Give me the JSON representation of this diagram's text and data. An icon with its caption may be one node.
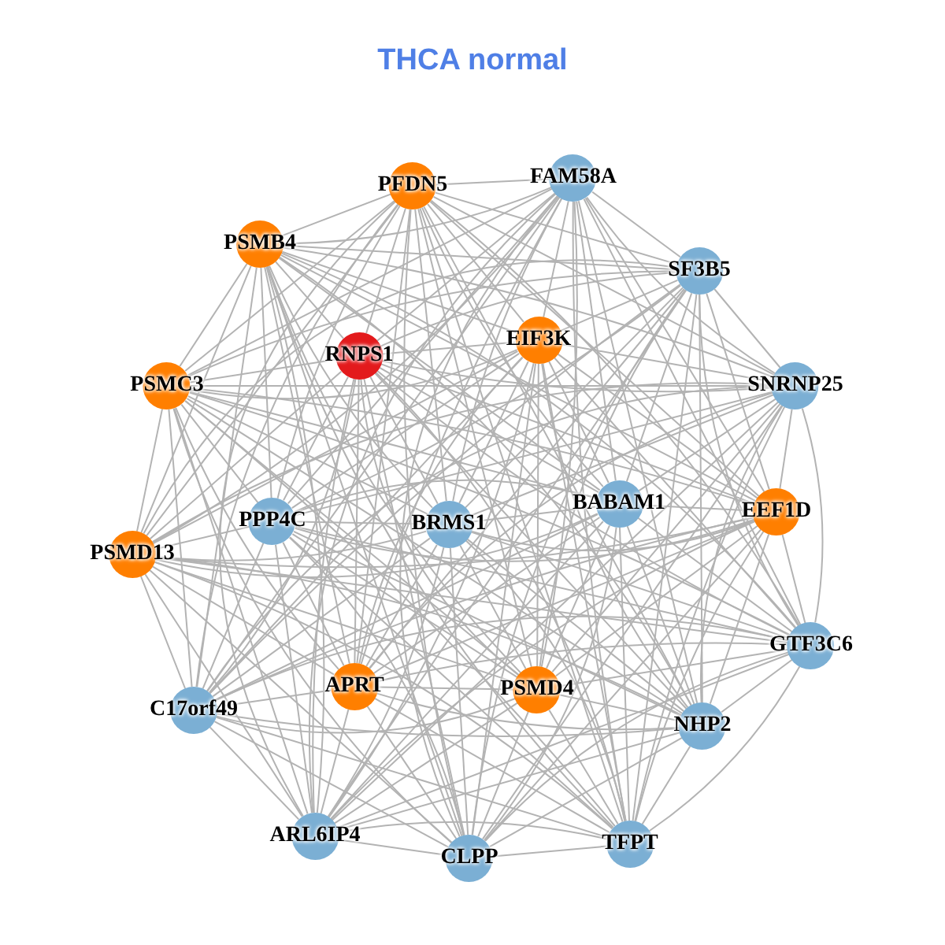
{
  "diagram": {
    "title": "THCA normal",
    "nodes": [
      {
        "text": [
          "PFDN5"
        ]
      },
      {
        "text": [
          "FAM58A"
        ]
      },
      {
        "text": [
          "PSMB4"
        ]
      },
      {
        "text": [
          "SF3B5"
        ]
      },
      {
        "text": [
          "RNPS1"
        ]
      },
      {
        "text": [
          "EIF3K"
        ]
      },
      {
        "text": [
          "PSMC3"
        ]
      },
      {
        "text": [
          "SNRNP25"
        ]
      },
      {
        "text": [
          "PPP4C"
        ]
      },
      {
        "text": [
          "BRMS1"
        ]
      },
      {
        "text": [
          "BABAM1"
        ]
      },
      {
        "text": [
          "EEF1D"
        ]
      },
      {
        "text": [
          "PSMD13"
        ]
      },
      {
        "text": [
          "GTF3C6"
        ]
      },
      {
        "text": [
          "APRT"
        ]
      },
      {
        "text": [
          "PSMD4"
        ]
      },
      {
        "text": [
          "C17orf49"
        ]
      },
      {
        "text": [
          "NHP2"
        ]
      },
      {
        "text": [
          "ARL6IP4"
        ]
      },
      {
        "text": [
          "CLPP"
        ]
      },
      {
        "text": [
          "TFPT"
        ]
      }
    ],
    "edges": [
      {
        "from": 0,
        "to": 1,
        "arrow": "none"
      },
      {
        "from": 0,
        "to": 2,
        "arrow": "none"
      },
      {
        "from": 0,
        "to": 3,
        "arrow": "none"
      },
      {
        "from": 0,
        "to": 4,
        "arrow": "none"
      },
      {
        "from": 0,
        "to": 5,
        "arrow": "none"
      },
      {
        "from": 0,
        "to": 6,
        "arrow": "none"
      },
      {
        "from": 0,
        "to": 7,
        "arrow": "none"
      },
      {
        "from": 0,
        "to": 8,
        "arrow": "none"
      },
      {
        "from": 0,
        "to": 9,
        "arrow": "none"
      },
      {
        "from": 0,
        "to": 10,
        "arrow": "none"
      },
      {
        "from": 0,
        "to": 11,
        "arrow": "none"
      },
      {
        "from": 0,
        "to": 12,
        "arrow": "none"
      },
      {
        "from": 0,
        "to": 13,
        "arrow": "none"
      },
      {
        "from": 0,
        "to": 14,
        "arrow": "none"
      },
      {
        "from": 0,
        "to": 15,
        "arrow": "none"
      },
      {
        "from": 0,
        "to": 16,
        "arrow": "none"
      },
      {
        "from": 0,
        "to": 17,
        "arrow": "none"
      },
      {
        "from": 0,
        "to": 18,
        "arrow": "none"
      },
      {
        "from": 0,
        "to": 19,
        "arrow": "none"
      },
      {
        "from": 0,
        "to": 20,
        "arrow": "none"
      },
      {
        "from": 1,
        "to": 2,
        "arrow": "none"
      },
      {
        "from": 1,
        "to": 3,
        "arrow": "none"
      },
      {
        "from": 1,
        "to": 4,
        "arrow": "none"
      },
      {
        "from": 1,
        "to": 5,
        "arrow": "none"
      },
      {
        "from": 1,
        "to": 6,
        "arrow": "none"
      },
      {
        "from": 1,
        "to": 7,
        "arrow": "none"
      },
      {
        "from": 1,
        "to": 8,
        "arrow": "none"
      },
      {
        "from": 1,
        "to": 9,
        "arrow": "none"
      },
      {
        "from": 1,
        "to": 10,
        "arrow": "none"
      },
      {
        "from": 1,
        "to": 11,
        "arrow": "none"
      },
      {
        "from": 1,
        "to": 12,
        "arrow": "none"
      },
      {
        "from": 1,
        "to": 13,
        "arrow": "none"
      },
      {
        "from": 1,
        "to": 14,
        "arrow": "none"
      },
      {
        "from": 1,
        "to": 15,
        "arrow": "none"
      },
      {
        "from": 1,
        "to": 16,
        "arrow": "none"
      },
      {
        "from": 1,
        "to": 17,
        "arrow": "none"
      },
      {
        "from": 1,
        "to": 18,
        "arrow": "none"
      },
      {
        "from": 1,
        "to": 19,
        "arrow": "none"
      },
      {
        "from": 1,
        "to": 20,
        "arrow": "none"
      },
      {
        "from": 2,
        "to": 3,
        "arrow": "none"
      },
      {
        "from": 2,
        "to": 4,
        "arrow": "none"
      },
      {
        "from": 2,
        "to": 5,
        "arrow": "none"
      },
      {
        "from": 2,
        "to": 6,
        "arrow": "none"
      },
      {
        "from": 2,
        "to": 7,
        "arrow": "none"
      },
      {
        "from": 2,
        "to": 8,
        "arrow": "none"
      },
      {
        "from": 2,
        "to": 9,
        "arrow": "none"
      },
      {
        "from": 2,
        "to": 10,
        "arrow": "none"
      },
      {
        "from": 2,
        "to": 11,
        "arrow": "none"
      },
      {
        "from": 2,
        "to": 12,
        "arrow": "none"
      },
      {
        "from": 2,
        "to": 13,
        "arrow": "none"
      },
      {
        "from": 2,
        "to": 14,
        "arrow": "none"
      },
      {
        "from": 2,
        "to": 15,
        "arrow": "none"
      },
      {
        "from": 2,
        "to": 16,
        "arrow": "none"
      },
      {
        "from": 2,
        "to": 17,
        "arrow": "none"
      },
      {
        "from": 2,
        "to": 18,
        "arrow": "none"
      },
      {
        "from": 2,
        "to": 19,
        "arrow": "none"
      },
      {
        "from": 2,
        "to": 20,
        "arrow": "none"
      },
      {
        "from": 3,
        "to": 4,
        "arrow": "none"
      },
      {
        "from": 3,
        "to": 5,
        "arrow": "none"
      },
      {
        "from": 3,
        "to": 6,
        "arrow": "none"
      },
      {
        "from": 3,
        "to": 7,
        "arrow": "none"
      },
      {
        "from": 3,
        "to": 8,
        "arrow": "none"
      },
      {
        "from": 3,
        "to": 9,
        "arrow": "none"
      },
      {
        "from": 3,
        "to": 10,
        "arrow": "none"
      },
      {
        "from": 3,
        "to": 11,
        "arrow": "none"
      },
      {
        "from": 3,
        "to": 12,
        "arrow": "none"
      },
      {
        "from": 3,
        "to": 13,
        "arrow": "none"
      },
      {
        "from": 3,
        "to": 14,
        "arrow": "none"
      },
      {
        "from": 3,
        "to": 15,
        "arrow": "none"
      },
      {
        "from": 3,
        "to": 16,
        "arrow": "none"
      },
      {
        "from": 3,
        "to": 17,
        "arrow": "none"
      },
      {
        "from": 3,
        "to": 18,
        "arrow": "none"
      },
      {
        "from": 3,
        "to": 19,
        "arrow": "none"
      },
      {
        "from": 3,
        "to": 20,
        "arrow": "none"
      },
      {
        "from": 4,
        "to": 5,
        "arrow": "none"
      },
      {
        "from": 4,
        "to": 6,
        "arrow": "none"
      },
      {
        "from": 4,
        "to": 7,
        "arrow": "none"
      },
      {
        "from": 4,
        "to": 8,
        "arrow": "none"
      },
      {
        "from": 4,
        "to": 9,
        "arrow": "none"
      },
      {
        "from": 4,
        "to": 10,
        "arrow": "none"
      },
      {
        "from": 4,
        "to": 11,
        "arrow": "none"
      },
      {
        "from": 4,
        "to": 12,
        "arrow": "none"
      },
      {
        "from": 4,
        "to": 13,
        "arrow": "none"
      },
      {
        "from": 4,
        "to": 14,
        "arrow": "none"
      },
      {
        "from": 4,
        "to": 15,
        "arrow": "none"
      },
      {
        "from": 4,
        "to": 16,
        "arrow": "none"
      },
      {
        "from": 4,
        "to": 17,
        "arrow": "none"
      },
      {
        "from": 4,
        "to": 18,
        "arrow": "none"
      },
      {
        "from": 4,
        "to": 19,
        "arrow": "none"
      },
      {
        "from": 4,
        "to": 20,
        "arrow": "none"
      },
      {
        "from": 5,
        "to": 6,
        "arrow": "none"
      },
      {
        "from": 5,
        "to": 7,
        "arrow": "none"
      },
      {
        "from": 5,
        "to": 8,
        "arrow": "none"
      },
      {
        "from": 5,
        "to": 9,
        "arrow": "none"
      },
      {
        "from": 5,
        "to": 10,
        "arrow": "none"
      },
      {
        "from": 5,
        "to": 11,
        "arrow": "none"
      },
      {
        "from": 5,
        "to": 12,
        "arrow": "none"
      },
      {
        "from": 5,
        "to": 13,
        "arrow": "none"
      },
      {
        "from": 5,
        "to": 14,
        "arrow": "none"
      },
      {
        "from": 5,
        "to": 15,
        "arrow": "none"
      },
      {
        "from": 5,
        "to": 16,
        "arrow": "none"
      },
      {
        "from": 5,
        "to": 17,
        "arrow": "none"
      },
      {
        "from": 5,
        "to": 18,
        "arrow": "none"
      },
      {
        "from": 5,
        "to": 19,
        "arrow": "none"
      },
      {
        "from": 5,
        "to": 20,
        "arrow": "none"
      },
      {
        "from": 6,
        "to": 7,
        "arrow": "none"
      },
      {
        "from": 6,
        "to": 8,
        "arrow": "none"
      },
      {
        "from": 6,
        "to": 9,
        "arrow": "none"
      },
      {
        "from": 6,
        "to": 10,
        "arrow": "none"
      },
      {
        "from": 6,
        "to": 11,
        "arrow": "none"
      },
      {
        "from": 6,
        "to": 12,
        "arrow": "none"
      },
      {
        "from": 6,
        "to": 13,
        "arrow": "none"
      },
      {
        "from": 6,
        "to": 14,
        "arrow": "none"
      },
      {
        "from": 6,
        "to": 15,
        "arrow": "none"
      },
      {
        "from": 6,
        "to": 16,
        "arrow": "none"
      },
      {
        "from": 6,
        "to": 17,
        "arrow": "none"
      },
      {
        "from": 6,
        "to": 18,
        "arrow": "none"
      },
      {
        "from": 6,
        "to": 19,
        "arrow": "none"
      },
      {
        "from": 6,
        "to": 20,
        "arrow": "none"
      },
      {
        "from": 7,
        "to": 8,
        "arrow": "none"
      },
      {
        "from": 7,
        "to": 9,
        "arrow": "none"
      },
      {
        "from": 7,
        "to": 10,
        "arrow": "none"
      },
      {
        "from": 7,
        "to": 11,
        "arrow": "none"
      },
      {
        "from": 7,
        "to": 12,
        "arrow": "none"
      },
      {
        "from": 7,
        "to": 13,
        "arrow": "none"
      },
      {
        "from": 7,
        "to": 14,
        "arrow": "none"
      },
      {
        "from": 7,
        "to": 15,
        "arrow": "none"
      },
      {
        "from": 7,
        "to": 16,
        "arrow": "none"
      },
      {
        "from": 7,
        "to": 17,
        "arrow": "none"
      },
      {
        "from": 7,
        "to": 18,
        "arrow": "none"
      },
      {
        "from": 7,
        "to": 19,
        "arrow": "none"
      },
      {
        "from": 7,
        "to": 20,
        "arrow": "none"
      },
      {
        "from": 8,
        "to": 9,
        "arrow": "none"
      },
      {
        "from": 8,
        "to": 10,
        "arrow": "none"
      },
      {
        "from": 8,
        "to": 11,
        "arrow": "none"
      },
      {
        "from": 8,
        "to": 12,
        "arrow": "none"
      },
      {
        "from": 8,
        "to": 13,
        "arrow": "none"
      },
      {
        "from": 8,
        "to": 14,
        "arrow": "none"
      },
      {
        "from": 8,
        "to": 15,
        "arrow": "none"
      },
      {
        "from": 8,
        "to": 16,
        "arrow": "none"
      },
      {
        "from": 8,
        "to": 17,
        "arrow": "none"
      },
      {
        "from": 8,
        "to": 18,
        "arrow": "none"
      },
      {
        "from": 8,
        "to": 19,
        "arrow": "none"
      },
      {
        "from": 8,
        "to": 20,
        "arrow": "none"
      },
      {
        "from": 9,
        "to": 10,
        "arrow": "none"
      },
      {
        "from": 9,
        "to": 11,
        "arrow": "none"
      },
      {
        "from": 9,
        "to": 12,
        "arrow": "none"
      },
      {
        "from": 9,
        "to": 13,
        "arrow": "none"
      },
      {
        "from": 9,
        "to": 14,
        "arrow": "none"
      },
      {
        "from": 9,
        "to": 15,
        "arrow": "none"
      },
      {
        "from": 9,
        "to": 16,
        "arrow": "none"
      },
      {
        "from": 9,
        "to": 17,
        "arrow": "none"
      },
      {
        "from": 9,
        "to": 18,
        "arrow": "none"
      },
      {
        "from": 9,
        "to": 19,
        "arrow": "none"
      },
      {
        "from": 9,
        "to": 20,
        "arrow": "none"
      },
      {
        "from": 10,
        "to": 11,
        "arrow": "none"
      },
      {
        "from": 10,
        "to": 12,
        "arrow": "none"
      },
      {
        "from": 10,
        "to": 13,
        "arrow": "none"
      },
      {
        "from": 10,
        "to": 14,
        "arrow": "none"
      },
      {
        "from": 10,
        "to": 15,
        "arrow": "none"
      },
      {
        "from": 10,
        "to": 16,
        "arrow": "none"
      },
      {
        "from": 10,
        "to": 17,
        "arrow": "none"
      },
      {
        "from": 10,
        "to": 18,
        "arrow": "none"
      },
      {
        "from": 10,
        "to": 19,
        "arrow": "none"
      },
      {
        "from": 10,
        "to": 20,
        "arrow": "none"
      },
      {
        "from": 11,
        "to": 12,
        "arrow": "none"
      },
      {
        "from": 11,
        "to": 13,
        "arrow": "none"
      },
      {
        "from": 11,
        "to": 14,
        "arrow": "none"
      },
      {
        "from": 11,
        "to": 15,
        "arrow": "none"
      },
      {
        "from": 11,
        "to": 16,
        "arrow": "none"
      },
      {
        "from": 11,
        "to": 17,
        "arrow": "none"
      },
      {
        "from": 11,
        "to": 18,
        "arrow": "none"
      },
      {
        "from": 11,
        "to": 19,
        "arrow": "none"
      },
      {
        "from": 11,
        "to": 20,
        "arrow": "none"
      },
      {
        "from": 12,
        "to": 13,
        "arrow": "none"
      },
      {
        "from": 12,
        "to": 14,
        "arrow": "none"
      },
      {
        "from": 12,
        "to": 15,
        "arrow": "none"
      },
      {
        "from": 12,
        "to": 16,
        "arrow": "none"
      },
      {
        "from": 12,
        "to": 17,
        "arrow": "none"
      },
      {
        "from": 12,
        "to": 18,
        "arrow": "none"
      },
      {
        "from": 12,
        "to": 19,
        "arrow": "none"
      },
      {
        "from": 12,
        "to": 20,
        "arrow": "none"
      },
      {
        "from": 13,
        "to": 14,
        "arrow": "none"
      },
      {
        "from": 13,
        "to": 15,
        "arrow": "none"
      },
      {
        "from": 13,
        "to": 16,
        "arrow": "none"
      },
      {
        "from": 13,
        "to": 17,
        "arrow": "none"
      },
      {
        "from": 13,
        "to": 18,
        "arrow": "none"
      },
      {
        "from": 13,
        "to": 19,
        "arrow": "none"
      },
      {
        "from": 13,
        "to": 20,
        "arrow": "none"
      },
      {
        "from": 14,
        "to": 15,
        "arrow": "none"
      },
      {
        "from": 14,
        "to": 16,
        "arrow": "none"
      },
      {
        "from": 14,
        "to": 17,
        "arrow": "none"
      },
      {
        "from": 14,
        "to": 18,
        "arrow": "none"
      },
      {
        "from": 14,
        "to": 19,
        "arrow": "none"
      },
      {
        "from": 14,
        "to": 20,
        "arrow": "none"
      },
      {
        "from": 15,
        "to": 16,
        "arrow": "none"
      },
      {
        "from": 15,
        "to": 17,
        "arrow": "none"
      },
      {
        "from": 15,
        "to": 18,
        "arrow": "none"
      },
      {
        "from": 15,
        "to": 19,
        "arrow": "none"
      },
      {
        "from": 15,
        "to": 20,
        "arrow": "none"
      },
      {
        "from": 16,
        "to": 17,
        "arrow": "none"
      },
      {
        "from": 16,
        "to": 18,
        "arrow": "none"
      },
      {
        "from": 16,
        "to": 19,
        "arrow": "none"
      },
      {
        "from": 16,
        "to": 20,
        "arrow": "none"
      },
      {
        "from": 17,
        "to": 18,
        "arrow": "none"
      },
      {
        "from": 17,
        "to": 19,
        "arrow": "none"
      },
      {
        "from": 17,
        "to": 20,
        "arrow": "none"
      },
      {
        "from": 18,
        "to": 19,
        "arrow": "none"
      },
      {
        "from": 18,
        "to": 20,
        "arrow": "none"
      },
      {
        "from": 19,
        "to": 20,
        "arrow": "none"
      }
    ]
  }
}
